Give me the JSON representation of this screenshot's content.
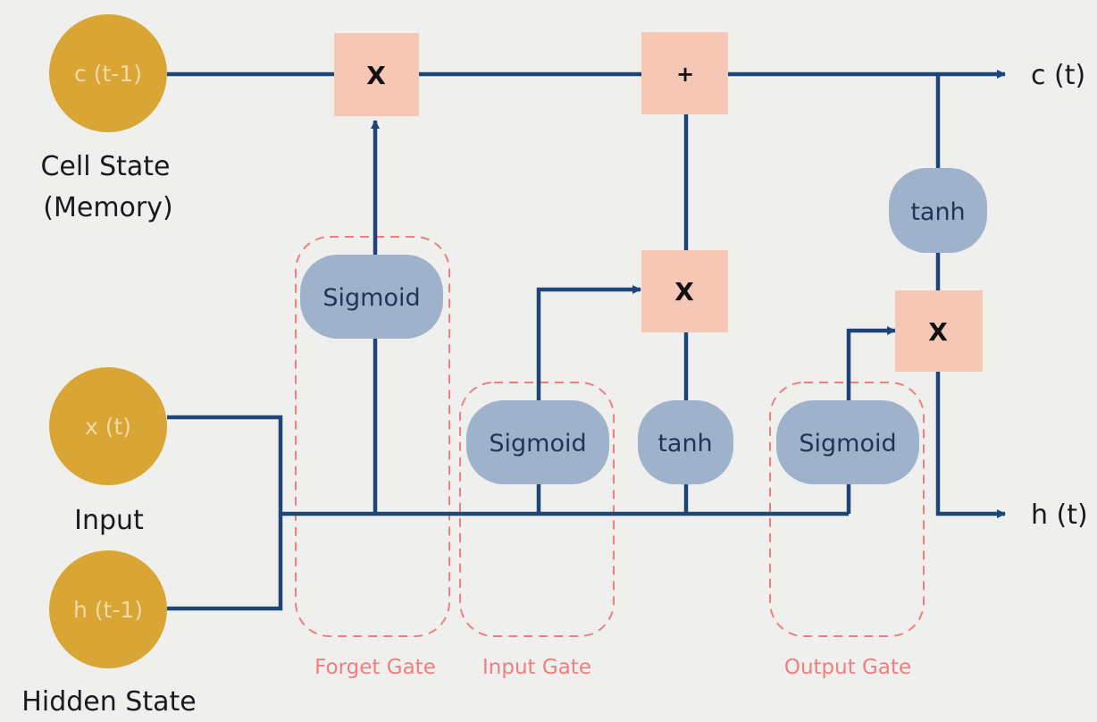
{
  "inputs": {
    "cell_prev": "c (t-1)",
    "x_t": "x (t)",
    "hidden_prev": "h (t-1)"
  },
  "labels": {
    "cell_state_line1": "Cell State",
    "cell_state_line2": "(Memory)",
    "input": "Input",
    "hidden_state": "Hidden State"
  },
  "operations": {
    "forget_multiply": "X",
    "add": "+",
    "input_multiply": "X",
    "output_multiply": "X"
  },
  "activations": {
    "forget_sigmoid": "Sigmoid",
    "input_sigmoid": "Sigmoid",
    "candidate_tanh": "tanh",
    "output_sigmoid": "Sigmoid",
    "cell_tanh": "tanh"
  },
  "gates": {
    "forget": "Forget Gate",
    "input": "Input Gate",
    "output": "Output Gate"
  },
  "outputs": {
    "cell_state": "c (t)",
    "hidden_state": "h (t)"
  },
  "colors": {
    "wire": "#1d4676",
    "node_circle": "#d9a636",
    "operation_box": "#f6c7b5",
    "activation_pill": "#9fb2cb",
    "gate_outline": "#ef7f7f",
    "background": "#eff0ee"
  }
}
